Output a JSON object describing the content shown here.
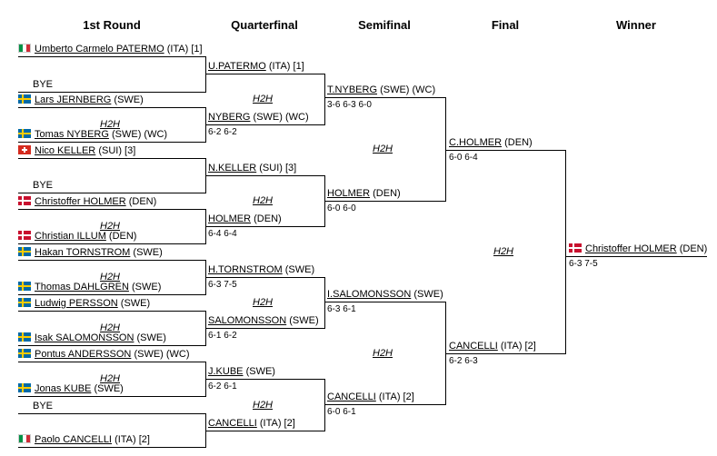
{
  "headers": {
    "r1": "1st Round",
    "qf": "Quarterfinal",
    "sf": "Semifinal",
    "f": "Final",
    "w": "Winner"
  },
  "colors": {
    "line": "#000000"
  },
  "round1": [
    {
      "flag": "ITA",
      "name": "Umberto Carmelo PATERMO",
      "suffix": "(ITA) [1]"
    },
    {
      "bye": "BYE"
    },
    {
      "flag": "SWE",
      "name": "Lars JERNBERG",
      "suffix": "(SWE)"
    },
    {
      "flag": "SWE",
      "name": "Tomas NYBERG",
      "suffix": "(SWE) (WC)"
    },
    {
      "flag": "SUI",
      "name": "Nico KELLER",
      "suffix": "(SUI) [3]"
    },
    {
      "bye": "BYE"
    },
    {
      "flag": "DEN",
      "name": "Christoffer HOLMER",
      "suffix": "(DEN)"
    },
    {
      "flag": "DEN",
      "name": "Christian ILLUM",
      "suffix": "(DEN)"
    },
    {
      "flag": "SWE",
      "name": "Hakan TORNSTROM",
      "suffix": "(SWE)"
    },
    {
      "flag": "SWE",
      "name": "Thomas DAHLGREN",
      "suffix": "(SWE)"
    },
    {
      "flag": "SWE",
      "name": "Ludwig PERSSON",
      "suffix": "(SWE)"
    },
    {
      "flag": "SWE",
      "name": "Isak SALOMONSSON",
      "suffix": "(SWE)"
    },
    {
      "flag": "SWE",
      "name": "Pontus ANDERSSON",
      "suffix": "(SWE) (WC)"
    },
    {
      "flag": "SWE",
      "name": "Jonas KUBE",
      "suffix": "(SWE)"
    },
    {
      "bye": "BYE"
    },
    {
      "flag": "ITA",
      "name": "Paolo CANCELLI",
      "suffix": "(ITA) [2]"
    }
  ],
  "quarterfinal": [
    {
      "name": "U.PATERMO",
      "suffix": "(ITA) [1]",
      "score": ""
    },
    {
      "name": "NYBERG",
      "suffix": "(SWE) (WC)",
      "score": "6-2 6-2"
    },
    {
      "name": "N.KELLER",
      "suffix": "(SUI) [3]",
      "score": ""
    },
    {
      "name": "HOLMER",
      "suffix": "(DEN)",
      "score": "6-4 6-4"
    },
    {
      "name": "H.TORNSTROM",
      "suffix": "(SWE)",
      "score": "6-3 7-5"
    },
    {
      "name": "SALOMONSSON",
      "suffix": "(SWE)",
      "score": "6-1 6-2"
    },
    {
      "name": "J.KUBE",
      "suffix": "(SWE)",
      "score": "6-2 6-1"
    },
    {
      "name": "CANCELLI",
      "suffix": "(ITA) [2]",
      "score": ""
    }
  ],
  "semifinal": [
    {
      "name": "T.NYBERG",
      "suffix": "(SWE) (WC)",
      "score": "3-6 6-3 6-0"
    },
    {
      "name": "HOLMER",
      "suffix": "(DEN)",
      "score": "6-0 6-0"
    },
    {
      "name": "I.SALOMONSSON",
      "suffix": "(SWE)",
      "score": "6-3 6-1"
    },
    {
      "name": "CANCELLI",
      "suffix": "(ITA) [2]",
      "score": "6-0 6-1"
    }
  ],
  "final": [
    {
      "name": "C.HOLMER",
      "suffix": "(DEN)",
      "score": "6-0 6-4"
    },
    {
      "name": "CANCELLI",
      "suffix": "(ITA) [2]",
      "score": "6-2 6-3"
    }
  ],
  "winner": {
    "flag": "DEN",
    "name": "Christoffer HOLMER",
    "suffix": "(DEN)",
    "score": "6-3 7-5"
  },
  "h2h_label": "H2H"
}
